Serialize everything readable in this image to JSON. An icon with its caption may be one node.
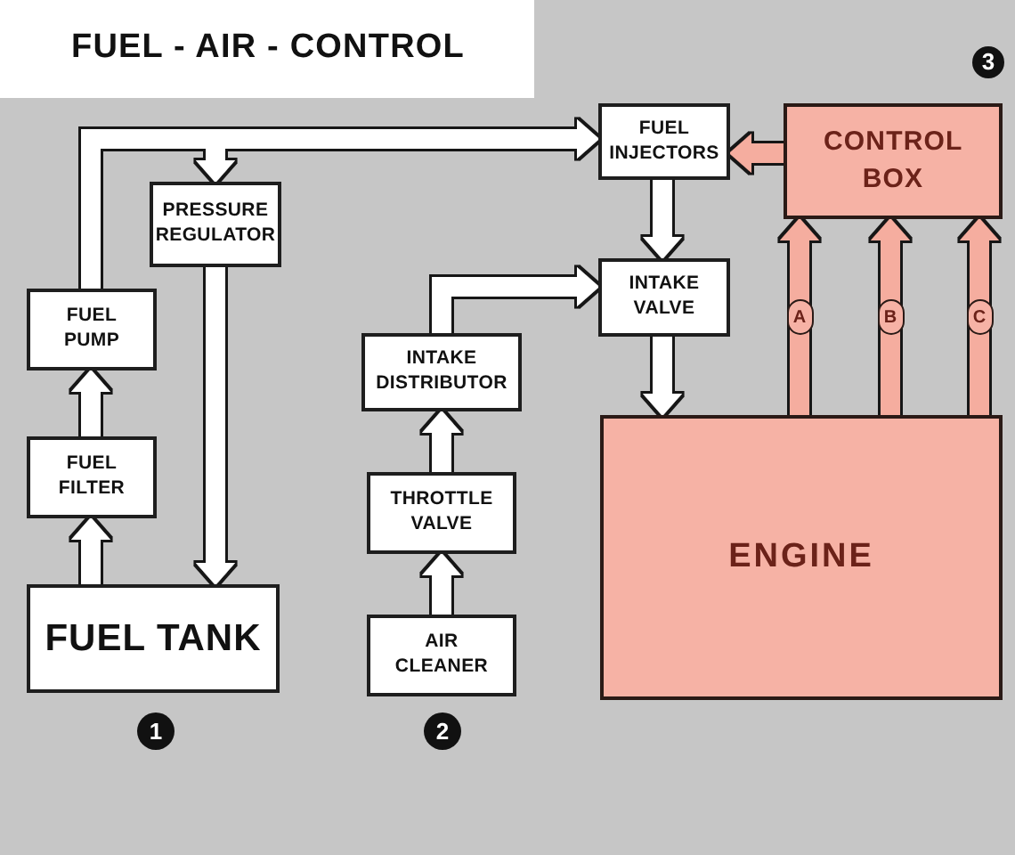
{
  "diagram": {
    "title": "FUEL - AIR - CONTROL",
    "nodes": [
      {
        "text": [
          "FUEL PUMP"
        ]
      },
      {
        "text": [
          "FUEL FILTER"
        ]
      },
      {
        "text": [
          "FUEL TANK"
        ]
      },
      {
        "text": [
          "PRESSURE REGULATOR"
        ]
      },
      {
        "text": [
          "INTAKE DISTRIBUTOR"
        ]
      },
      {
        "text": [
          "THROTTLE VALVE"
        ]
      },
      {
        "text": [
          "AIR CLEANER"
        ]
      },
      {
        "text": [
          "FUEL INJECTORS"
        ]
      },
      {
        "text": [
          "INTAKE VALVE"
        ]
      },
      {
        "text": [
          "CONTROL BOX"
        ]
      },
      {
        "text": [
          "ENGINE"
        ]
      }
    ],
    "edges": [
      {
        "from": 2,
        "to": 1,
        "arrow": "to"
      },
      {
        "from": 1,
        "to": 0,
        "arrow": "to"
      },
      {
        "from": 0,
        "to": 7,
        "arrow": "to"
      },
      {
        "from": 0,
        "to": 3,
        "arrow": "to"
      },
      {
        "from": 3,
        "to": 2,
        "arrow": "to"
      },
      {
        "from": 6,
        "to": 5,
        "arrow": "to"
      },
      {
        "from": 5,
        "to": 4,
        "arrow": "to"
      },
      {
        "from": 4,
        "to": 8,
        "arrow": "to"
      },
      {
        "from": 7,
        "to": 8,
        "arrow": "to"
      },
      {
        "from": 8,
        "to": 10,
        "arrow": "to"
      },
      {
        "from": 9,
        "to": 7,
        "arrow": "to",
        "color": "#f5ad9f"
      },
      {
        "from": 10,
        "to": 9,
        "arrow": "to",
        "label": "A",
        "color": "#f5ad9f"
      },
      {
        "from": 10,
        "to": 9,
        "arrow": "to",
        "label": "B",
        "color": "#f5ad9f"
      },
      {
        "from": 10,
        "to": 9,
        "arrow": "to",
        "label": "C",
        "color": "#f5ad9f"
      }
    ],
    "labels": [
      "3",
      "1",
      "2"
    ]
  }
}
